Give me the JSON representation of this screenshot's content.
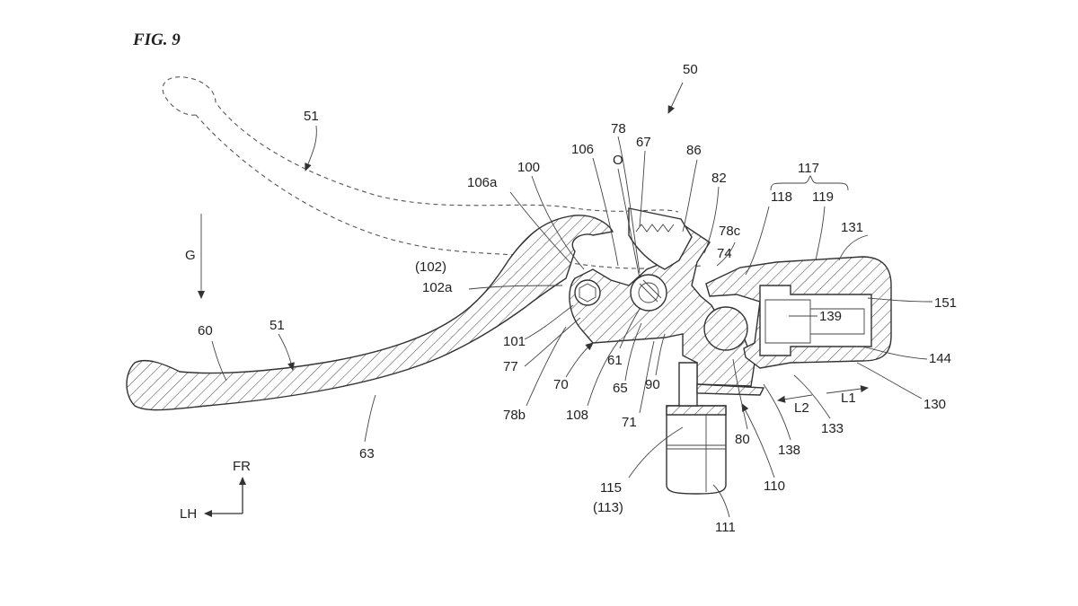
{
  "figure": {
    "title": "FIG. 9"
  },
  "labels": {
    "l50": "50",
    "l51_top": "51",
    "l51_bottom": "51",
    "l60": "60",
    "l63": "63",
    "lG": "G",
    "l102p": "(102)",
    "l102a": "102a",
    "l106a": "106a",
    "l100": "100",
    "l106": "106",
    "l78": "78",
    "lO": "O",
    "l67": "67",
    "l86": "86",
    "l82": "82",
    "l78c": "78c",
    "l74": "74",
    "l117": "117",
    "l118": "118",
    "l119": "119",
    "l131": "131",
    "l151": "151",
    "l139": "139",
    "l144": "144",
    "l130": "130",
    "l101": "101",
    "l77": "77",
    "l70": "70",
    "l78b": "78b",
    "l108": "108",
    "l61": "61",
    "l65": "65",
    "l90": "90",
    "l71": "71",
    "l80": "80",
    "l138": "138",
    "l110": "110",
    "l133": "133",
    "lL1": "L1",
    "lL2": "L2",
    "l115": "115",
    "l113": "(113)",
    "l111": "111",
    "lFR": "FR",
    "lLH": "LH"
  }
}
